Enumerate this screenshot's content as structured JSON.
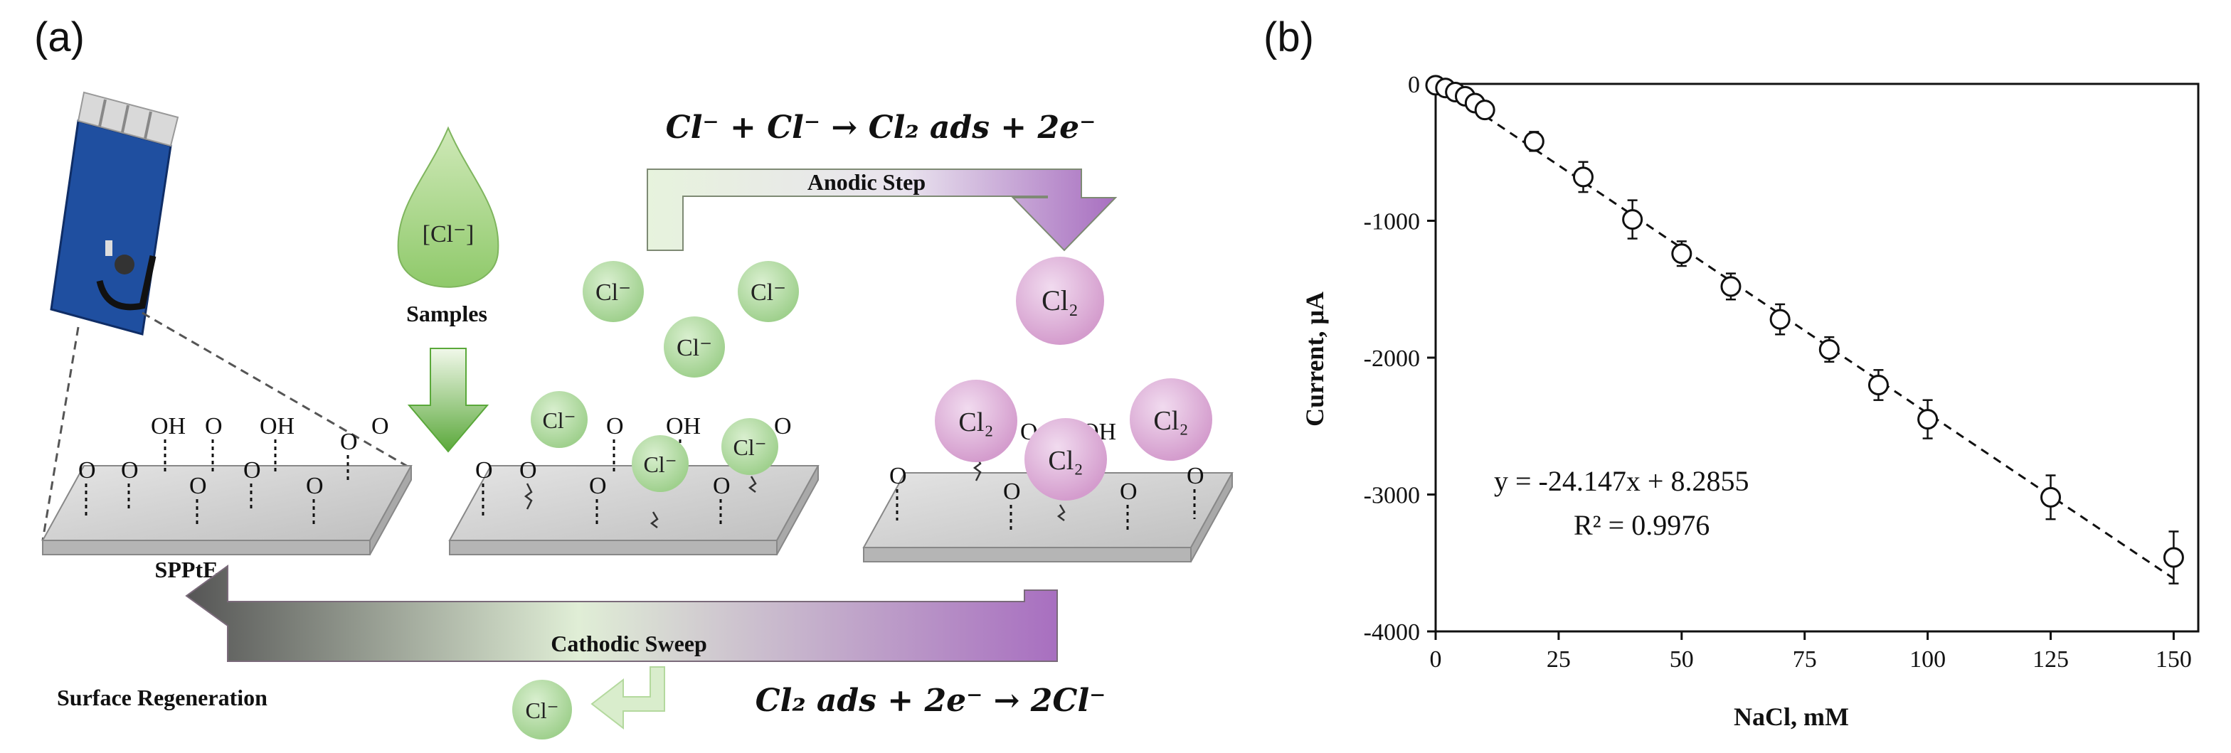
{
  "panel_a": {
    "label": "(a)",
    "samples_label": "Samples",
    "drop_label": "[Cl⁻]",
    "chloride": "Cl⁻",
    "chlorine": "Cl₂",
    "anodic_equation": "Cl⁻ + Cl⁻ → Cl₂ ads + 2e⁻",
    "anodic_step": "Anodic Step",
    "cathodic_sweep": "Cathodic Sweep",
    "cathodic_equation": "Cl₂ ads + 2e⁻ → 2Cl⁻",
    "surface_regeneration": "Surface Regeneration",
    "electrode_label": "SPPtE",
    "oh": "OH",
    "o": "O"
  },
  "panel_b": {
    "label": "(b)",
    "equation": "y = -24.147x + 8.2855",
    "r_squared": "R² = 0.9976",
    "chart_data": {
      "type": "scatter",
      "xlabel": "NaCl, mM",
      "ylabel": "Current, μA",
      "xlim": [
        0,
        155
      ],
      "ylim": [
        -4000,
        0
      ],
      "x_ticks": [
        0,
        25,
        50,
        75,
        100,
        125,
        150
      ],
      "y_ticks": [
        0,
        -1000,
        -2000,
        -3000,
        -4000
      ],
      "grid": false,
      "points": [
        {
          "x": 0,
          "y": -10,
          "err": 25
        },
        {
          "x": 2,
          "y": -30,
          "err": 25
        },
        {
          "x": 4,
          "y": -60,
          "err": 30
        },
        {
          "x": 6,
          "y": -90,
          "err": 30
        },
        {
          "x": 8,
          "y": -140,
          "err": 35
        },
        {
          "x": 10,
          "y": -190,
          "err": 40
        },
        {
          "x": 20,
          "y": -420,
          "err": 70
        },
        {
          "x": 30,
          "y": -680,
          "err": 110
        },
        {
          "x": 40,
          "y": -990,
          "err": 140
        },
        {
          "x": 50,
          "y": -1240,
          "err": 90
        },
        {
          "x": 60,
          "y": -1480,
          "err": 95
        },
        {
          "x": 70,
          "y": -1720,
          "err": 110
        },
        {
          "x": 80,
          "y": -1940,
          "err": 90
        },
        {
          "x": 90,
          "y": -2200,
          "err": 110
        },
        {
          "x": 100,
          "y": -2450,
          "err": 140
        },
        {
          "x": 125,
          "y": -3020,
          "err": 160
        },
        {
          "x": 150,
          "y": -3460,
          "err": 190
        }
      ],
      "trendline": {
        "slope": -24.147,
        "intercept": 8.2855,
        "style": "dashed"
      }
    }
  }
}
